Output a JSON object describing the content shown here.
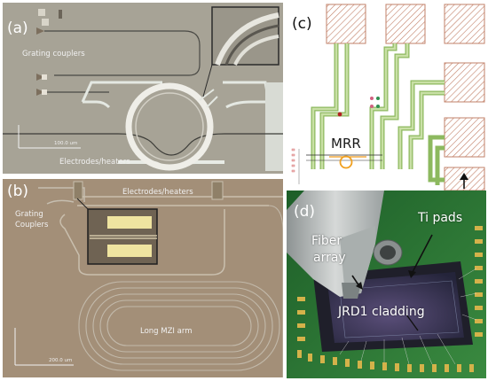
{
  "panel_a": {
    "label": "(a)",
    "grating_label": "Grating couplers",
    "scale_label": "100.0 um",
    "electrodes_label": "Electrodes/heaters",
    "colors": {
      "substrate": "#a8a397",
      "waveguide": "#e9ece6",
      "pad": "#7c7162"
    }
  },
  "panel_b": {
    "label": "(b)",
    "electrodes_label": "Electrodes/heaters",
    "grating_label_line1": "Grating",
    "grating_label_line2": "Couplers",
    "mzi_label": "Long MZI arm",
    "scale_label": "200.0 um",
    "colors": {
      "substrate": "#a29079",
      "waveguide": "#c7bfb1",
      "inset_yellow": "#f1e7a3"
    }
  },
  "panel_c": {
    "label": "(c)",
    "mrr_label": "MRR",
    "colors": {
      "trace": "#9cc56e",
      "pad_hatch": "#c18067",
      "ring": "#f2a21a"
    }
  },
  "panel_d": {
    "label": "(d)",
    "fiber_label_line1": "Fiber",
    "fiber_label_line2": "array",
    "ti_label": "Ti pads",
    "cladding_label": "JRD1 cladding",
    "colors": {
      "pcb": "#2e7a36",
      "chip": "#3b3a56",
      "metal": "#c3c7c7"
    }
  }
}
